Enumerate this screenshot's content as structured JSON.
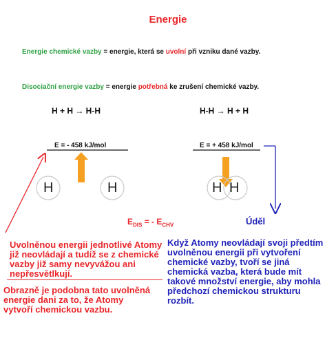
{
  "title": "Energie",
  "def1": {
    "term": "Energie chemické vazby",
    "part1": " = energie, která se ",
    "highlight": "uvolní",
    "part2": " při vzniku dané vazby."
  },
  "def2": {
    "term": "Disociační energie vazby",
    "part1": " = energie ",
    "highlight": "potřebná",
    "part2": " ke zrušení chemické vazby."
  },
  "left": {
    "equation": "H + H → H-H",
    "energy": "E = - 458 kJ/mol",
    "atom1": "H",
    "atom2": "H"
  },
  "right": {
    "equation": "H-H → H + H",
    "energy": "E = + 458 kJ/mol",
    "atom1": "H",
    "atom2": "H"
  },
  "formula": {
    "e1": "E",
    "sub1": "DIS",
    "mid": " = - E",
    "sub2": "CHV"
  },
  "udel": "Úděl",
  "para_red_1": "Uvolněnou energii jednotlivé Atomy již neovládají a tudíž se z chemické vazby již samy nevyvážou ani nepřesvětlkují.",
  "para_red_2": "Obrazně je podobna tato uvolněná energie dani za to, že Atomy vytvoří chemickou vazbu.",
  "para_blue": "Když Atomy neovládají svoji předtím uvolněnou energii při vytvoření chemické vazby, tvoří se jiná chemická vazba, která bude mít takové množství energie, aby mohla předchozí chemickou strukturu rozbít.",
  "colors": {
    "red": "#e8262a",
    "green": "#2ea043",
    "blue": "#1f22b8",
    "orange": "#f5a020"
  }
}
